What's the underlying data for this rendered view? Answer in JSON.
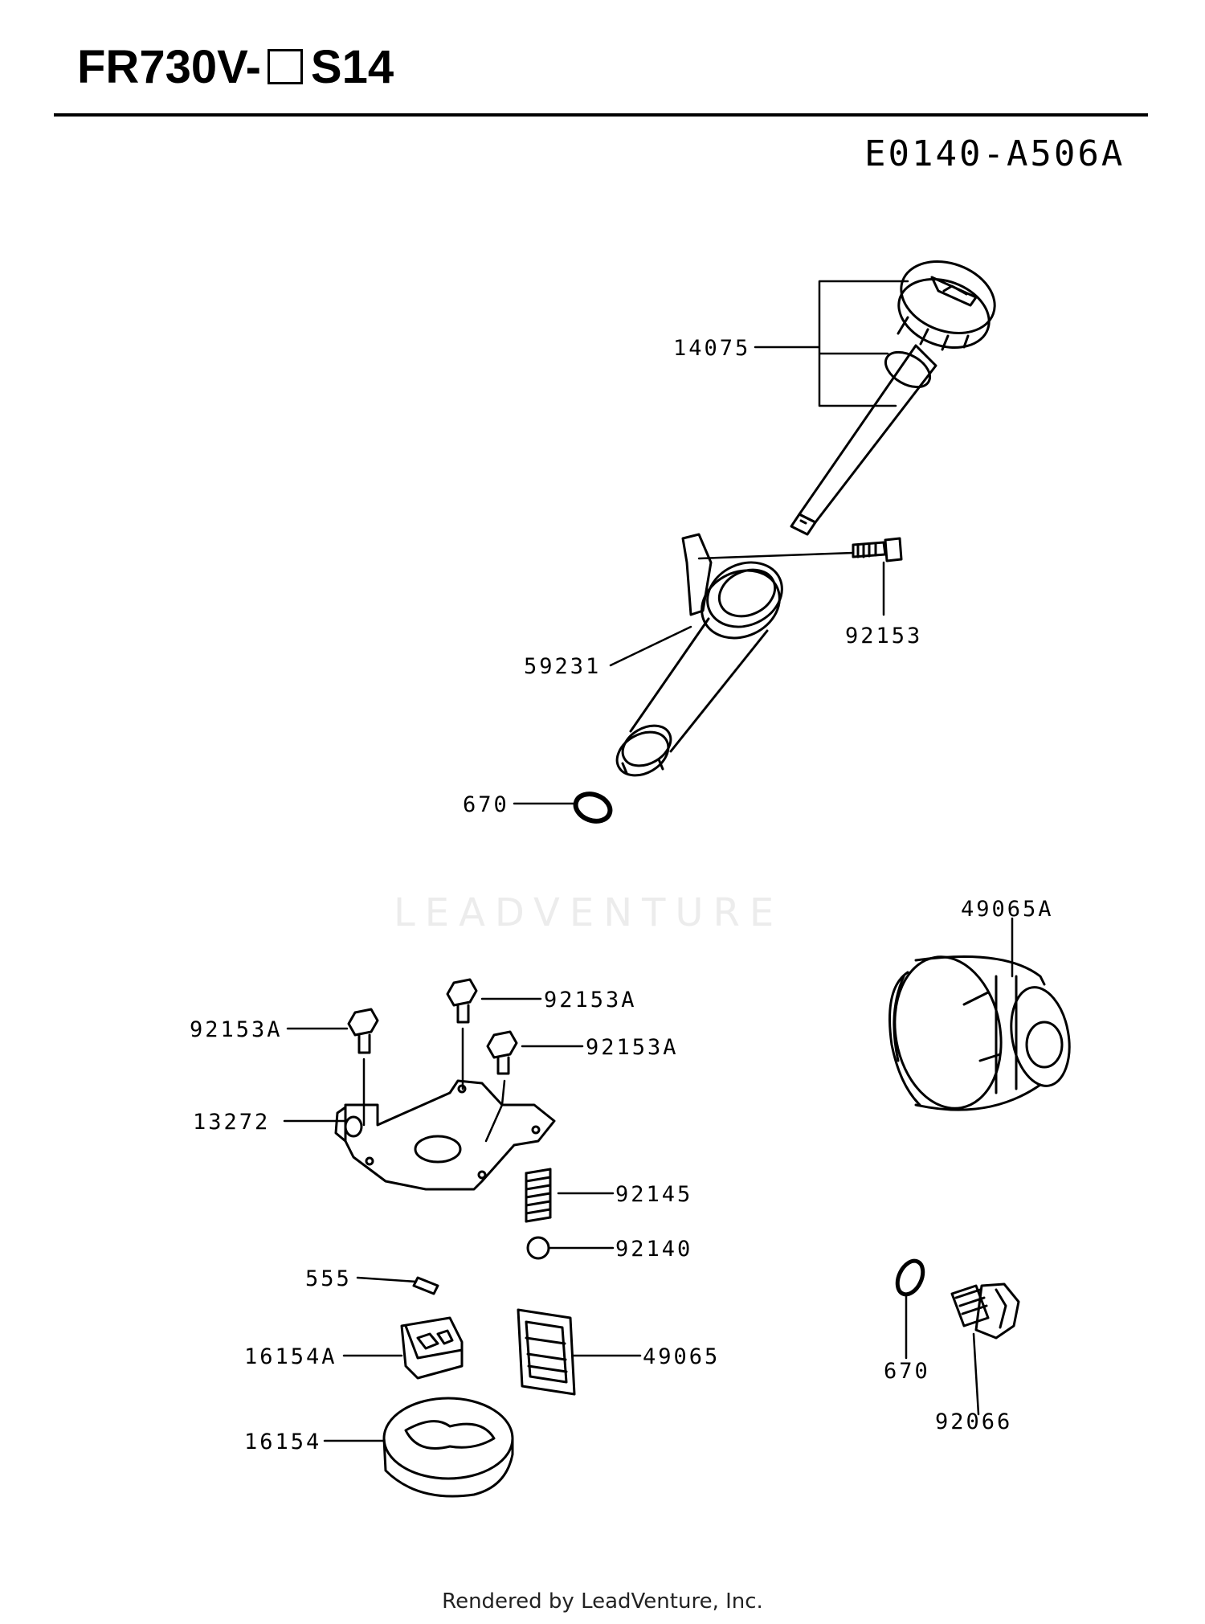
{
  "header": {
    "model_prefix": "FR730V-",
    "model_suffix": "S14",
    "diagram_code": "E0140-A506A"
  },
  "watermark": "LEADVENTURE",
  "footer": "Rendered by LeadVenture, Inc.",
  "parts": {
    "p14075": "14075",
    "p92153": "92153",
    "p59231": "59231",
    "p670_top": "670",
    "p49065A": "49065A",
    "p92153A_1": "92153A",
    "p92153A_2": "92153A",
    "p92153A_3": "92153A",
    "p13272": "13272",
    "p92145": "92145",
    "p92140": "92140",
    "p555": "555",
    "p16154A": "16154A",
    "p49065": "49065",
    "p16154": "16154",
    "p670_bottom": "670",
    "p92066": "92066"
  }
}
